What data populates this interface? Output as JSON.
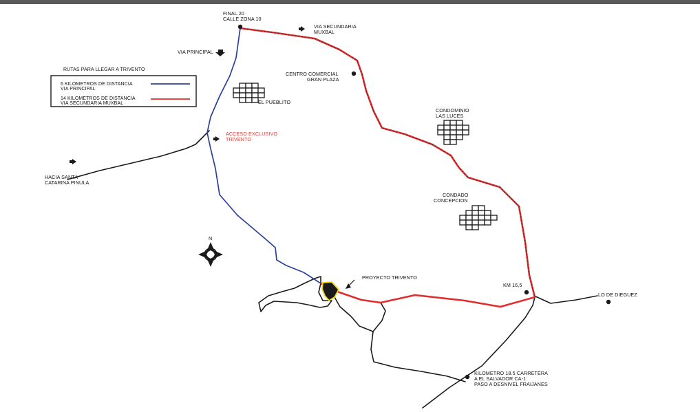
{
  "map": {
    "legend": {
      "title": "RUTAS PARA LLEGAR A TRIVENTO",
      "items": [
        {
          "line1": "6 KILOMETROS DE DISTANCIA",
          "line2": "VIA PRINCIPAL",
          "color": "#2b3f9c"
        },
        {
          "line1": "14 KILOMETROS DE DISTANCIA",
          "line2": "VIA SECUNDARIA MUXBAL",
          "color": "#e02c2c"
        }
      ]
    },
    "labels": {
      "final20": {
        "line1": "FINAL 20",
        "line2": "CALLE ZONA 10"
      },
      "via_secundaria": {
        "line1": "VIA SECUNDARIA",
        "line2": "MUXBAL"
      },
      "via_principal": "VIA PRINCIPAL",
      "centro_comercial": {
        "line1": "CENTRO COMERCIAL",
        "line2": "GRAN PLAZA"
      },
      "el_pueblito": "EL PUEBLITO",
      "condominio": {
        "line1": "CONDOMINIO",
        "line2": "LAS LUCES"
      },
      "acceso": {
        "line1": "ACCESO EXCLUSIVO",
        "line2": "TRIVENTO"
      },
      "hacia": {
        "line1": "HACIA SANTA",
        "line2": "CATARINA PINULA"
      },
      "condado": {
        "line1": "CONDADO",
        "line2": "CONCEPCION"
      },
      "proyecto": "PROYECTO TRIVENTO",
      "km165": "KM 16,5",
      "lo_de_dieguez": "LO DE DIEGUEZ",
      "kilometro": {
        "line1": "KILOMETRO 18.5 CARRETERA",
        "line2": "A EL SALVADOR CA-1",
        "line3": "PASO A DESNIVEL FRAIJANES"
      },
      "north": "N"
    },
    "colors": {
      "blue_route": "#2b3f9c",
      "red_route": "#e02c2c",
      "road": "#1a1a1a",
      "red_label": "#e23b3b",
      "header_bar": "#5a5a5a",
      "project_highlight": "#f2d21a"
    },
    "icons": [
      "arrow-marker-icon",
      "location-dot-icon",
      "building-block-icon",
      "north-compass-icon"
    ]
  }
}
